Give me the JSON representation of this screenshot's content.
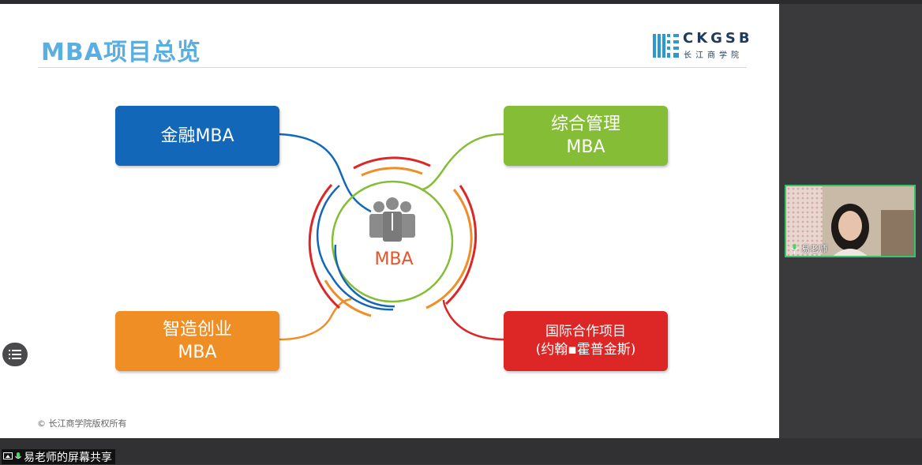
{
  "slide": {
    "title": "MBA项目总览",
    "copyright": "© 长江商学院版权所有",
    "logo": {
      "en": "CKGSB",
      "cn": "长江商学院",
      "color": "#1f3a5f"
    },
    "center_label": "MBA",
    "programs": [
      {
        "line1": "金融MBA",
        "line2": "",
        "color": "#1267b8"
      },
      {
        "line1": "综合管理",
        "line2": "MBA",
        "color": "#86bd36"
      },
      {
        "line1": "智造创业",
        "line2": "MBA",
        "color": "#f08e26"
      },
      {
        "line1": "国际合作项目",
        "line2": "(约翰▪霍普金斯)",
        "color": "#dd2626"
      }
    ]
  },
  "participant": {
    "name": "易老师",
    "mic_icon": "microphone-icon"
  },
  "screen_share": {
    "label": "易老师的屏幕共享"
  },
  "sidebar_toggle": {
    "icon": "list-icon"
  },
  "colors": {
    "title": "#5aaee0",
    "accent_center": "#e8542a",
    "active_speaker_border": "#36c46a"
  }
}
